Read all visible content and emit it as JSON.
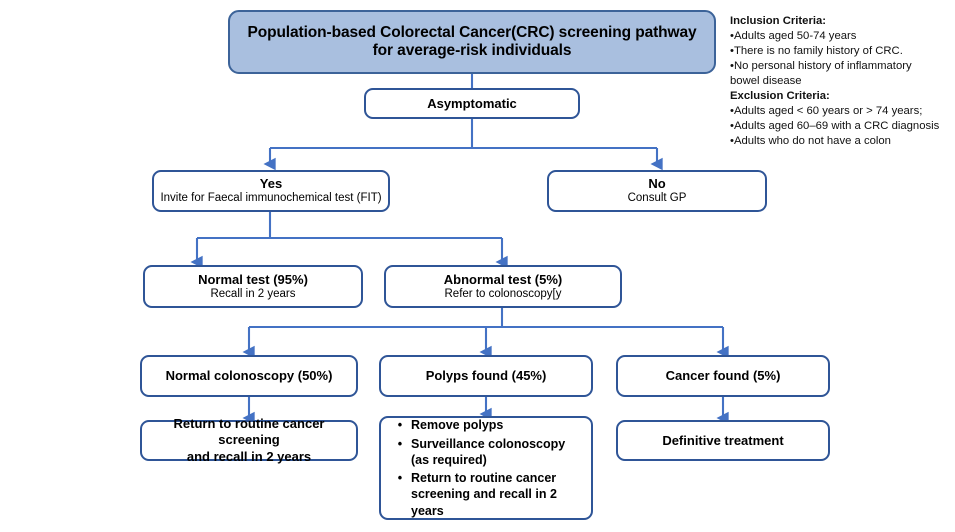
{
  "diagram": {
    "title_box": {
      "line1": "Population-based Colorectal Cancer(CRC) screening pathway",
      "line2": "for average-risk individuals",
      "fill_color": "#A9BFDF",
      "border_color": "#3C6399"
    },
    "asymptomatic": {
      "label": "Asymptomatic"
    },
    "branch_yes": {
      "header": "Yes",
      "detail": "Invite for Faecal immunochemical test (FIT)"
    },
    "branch_no": {
      "header": "No",
      "detail": "Consult GP"
    },
    "normal_test": {
      "header": "Normal test (95%)",
      "detail": "Recall in 2 years"
    },
    "abnormal_test": {
      "header": "Abnormal test (5%)",
      "detail": "Refer to colonoscopy[y"
    },
    "normal_colonoscopy": {
      "label": "Normal colonoscopy (50%)"
    },
    "polyps_found": {
      "label": "Polyps found (45%)"
    },
    "cancer_found": {
      "label": "Cancer found (5%)"
    },
    "return_routine": {
      "line1": "Return to routine  cancer screening",
      "line2": "and recall in 2 years"
    },
    "polyps_actions": {
      "bullet_char": "•",
      "items": [
        {
          "line1": "Remove polyps",
          "line2": ""
        },
        {
          "line1": "Surveillance colonoscopy (as",
          "line2": "required)"
        },
        {
          "line1": "Return to routine  cancer",
          "line2": "screening and  recall in 2 years"
        }
      ]
    },
    "definitive_treatment": {
      "label": "Definitive treatment"
    },
    "colors": {
      "box_border": "#2F5597",
      "connector": "#4472C4",
      "box_fill": "#FFFFFF",
      "page_background": "#FFFFFF"
    }
  },
  "criteria": {
    "inclusion_heading": "Inclusion Criteria:",
    "inclusion_items": [
      "•Adults aged 50-74 years",
      "•There is no family history of CRC.",
      "•No personal history of inflammatory",
      "bowel disease"
    ],
    "exclusion_heading": "Exclusion Criteria:",
    "exclusion_items": [
      "•Adults aged < 60 years or > 74 years;",
      "•Adults aged 60–69 with a CRC diagnosis",
      "•Adults who do not have a colon"
    ]
  }
}
